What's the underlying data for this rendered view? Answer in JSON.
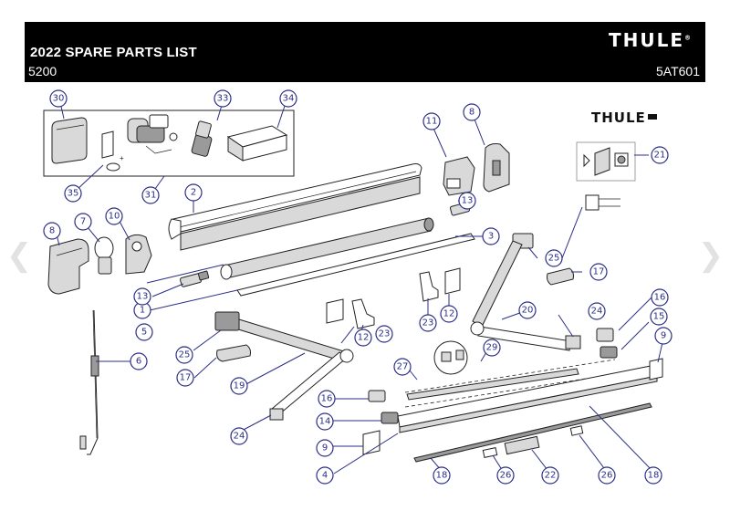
{
  "header": {
    "title": "2022 SPARE PARTS LIST",
    "model": "5200",
    "code": "5AT601",
    "logo": "THULE"
  },
  "brand_logo": "THULE",
  "nav": {
    "prev_icon": "chevron-left-icon",
    "next_icon": "chevron-right-icon"
  },
  "callouts": [
    "1",
    "2",
    "3",
    "4",
    "5",
    "6",
    "7",
    "8",
    "8",
    "9",
    "9",
    "10",
    "11",
    "12",
    "12",
    "13",
    "13",
    "14",
    "15",
    "16",
    "16",
    "17",
    "17",
    "18",
    "18",
    "19",
    "20",
    "21",
    "22",
    "23",
    "23",
    "24",
    "24",
    "25",
    "25",
    "26",
    "26",
    "27",
    "29",
    "30",
    "31",
    "33",
    "34",
    "35"
  ]
}
